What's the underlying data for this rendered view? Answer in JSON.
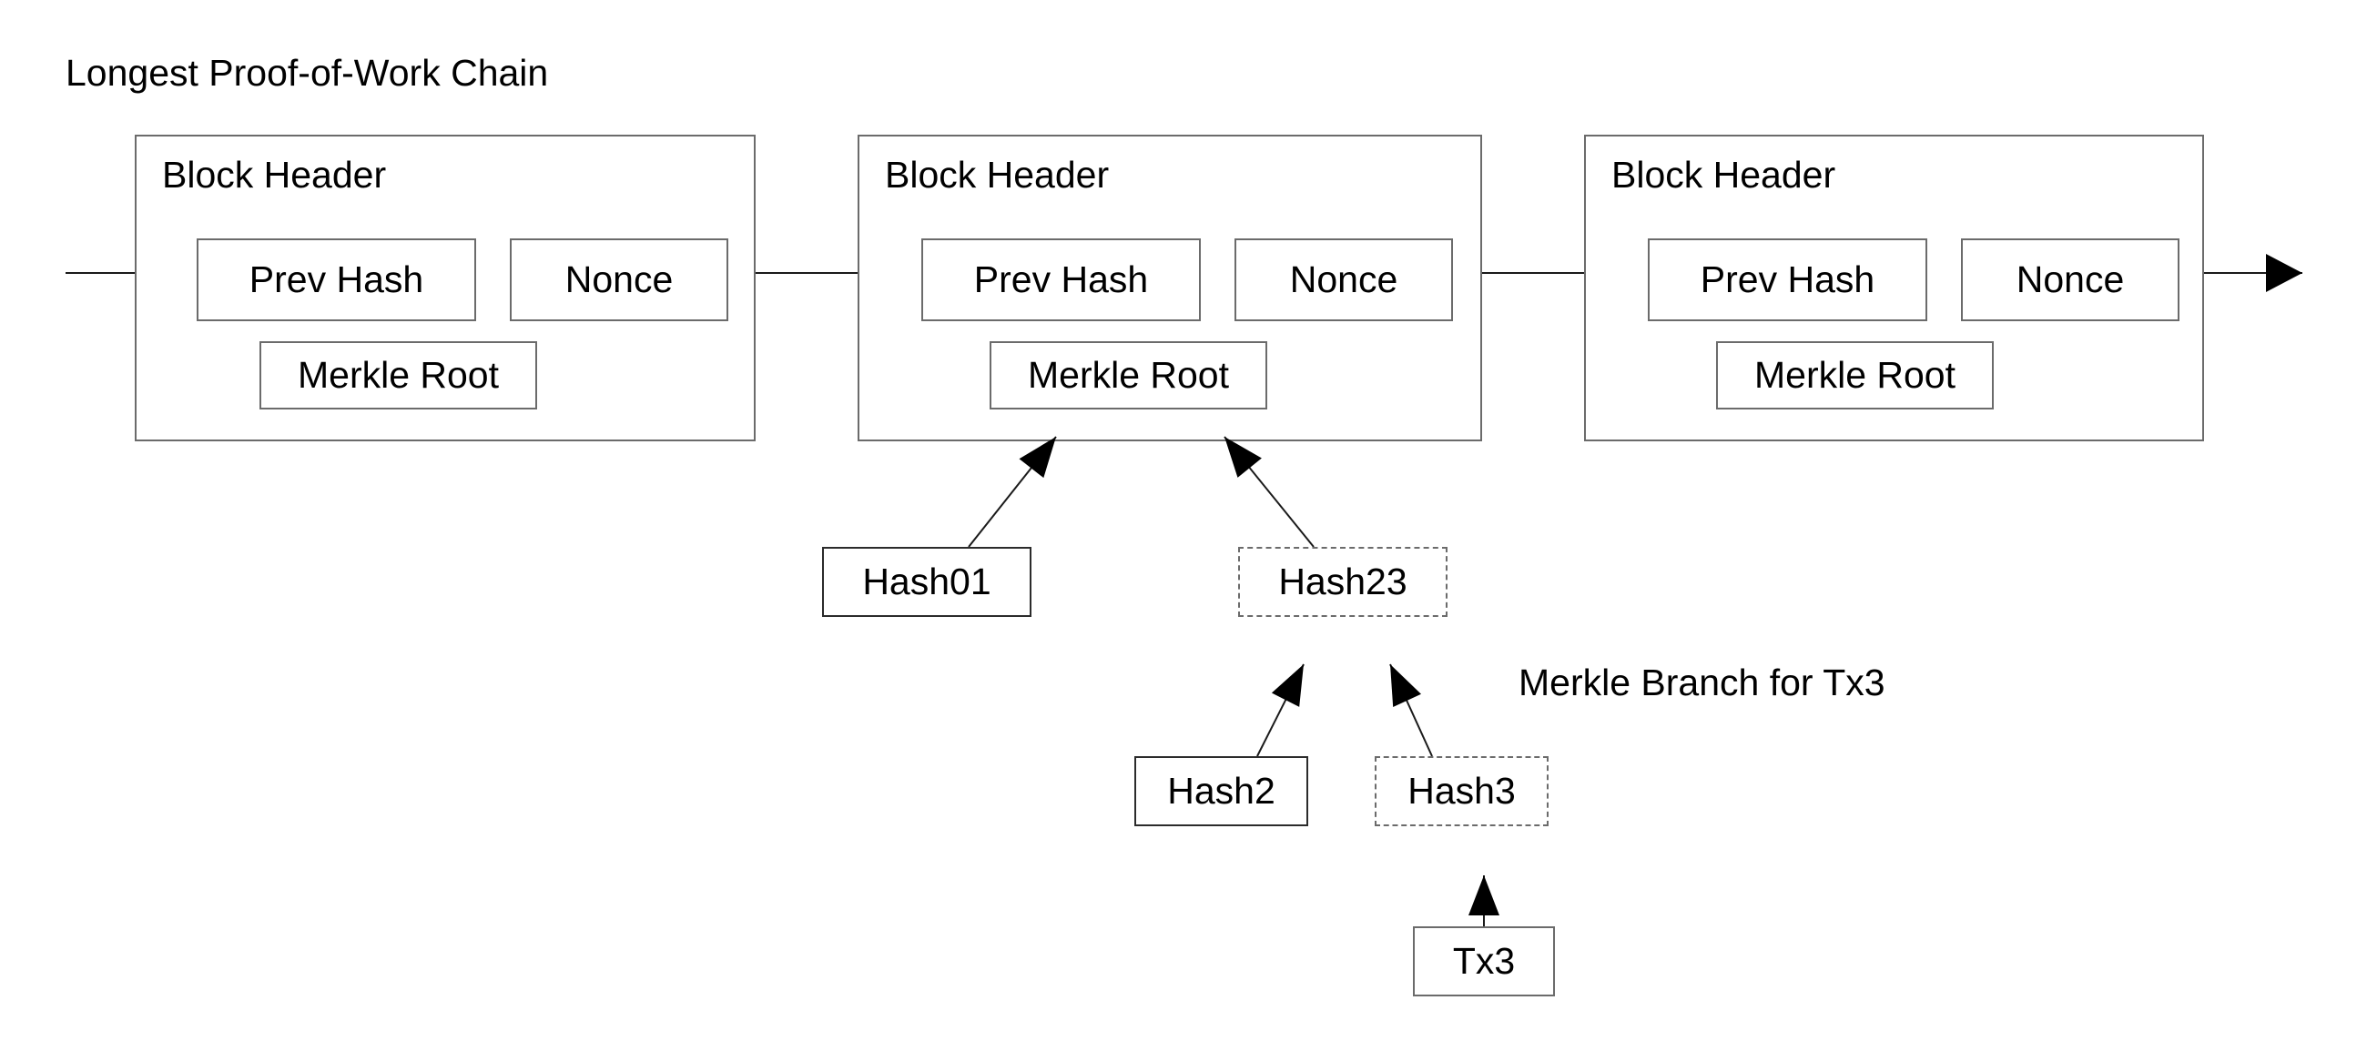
{
  "diagram": {
    "title": "Longest Proof-of-Work Chain",
    "annotation": "Merkle Branch for Tx3",
    "colors": {
      "background": "#ffffff",
      "stroke": "#6b6b6b",
      "line": "#1a1a1a",
      "text": "#000000"
    },
    "blocks": [
      {
        "header_label": "Block Header",
        "prev_hash_label": "Prev Hash",
        "nonce_label": "Nonce",
        "merkle_root_label": "Merkle Root"
      },
      {
        "header_label": "Block Header",
        "prev_hash_label": "Prev Hash",
        "nonce_label": "Nonce",
        "merkle_root_label": "Merkle Root"
      },
      {
        "header_label": "Block Header",
        "prev_hash_label": "Prev Hash",
        "nonce_label": "Nonce",
        "merkle_root_label": "Merkle Root"
      }
    ],
    "merkle_nodes": [
      {
        "label": "Hash01",
        "style": "solid"
      },
      {
        "label": "Hash23",
        "style": "dashed"
      },
      {
        "label": "Hash2",
        "style": "solid"
      },
      {
        "label": "Hash3",
        "style": "dashed"
      },
      {
        "label": "Tx3",
        "style": "solid"
      }
    ]
  }
}
